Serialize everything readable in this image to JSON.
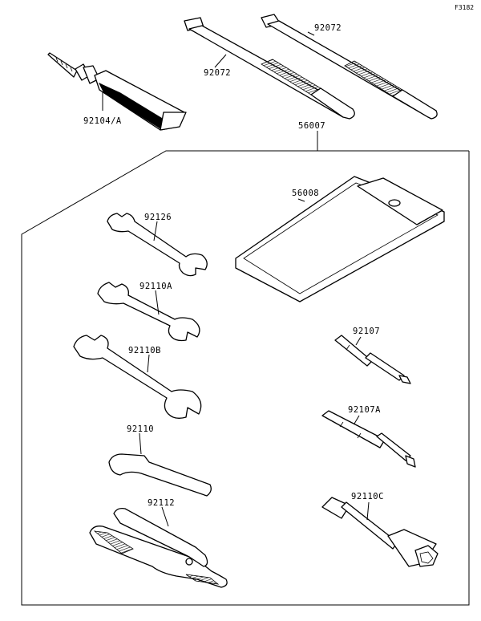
{
  "figure_code": "F3182",
  "parts": {
    "tube": "92104/A",
    "tie_left": "92072",
    "tie_right": "92072",
    "kit": "56007",
    "bag": "56008",
    "wrench_1": "92126",
    "wrench_2": "92110A",
    "wrench_3": "92110B",
    "driver_1": "92107",
    "driver_2": "92107A",
    "hex_key": "92110",
    "plug_wrench": "92110C",
    "pliers": "92112"
  }
}
